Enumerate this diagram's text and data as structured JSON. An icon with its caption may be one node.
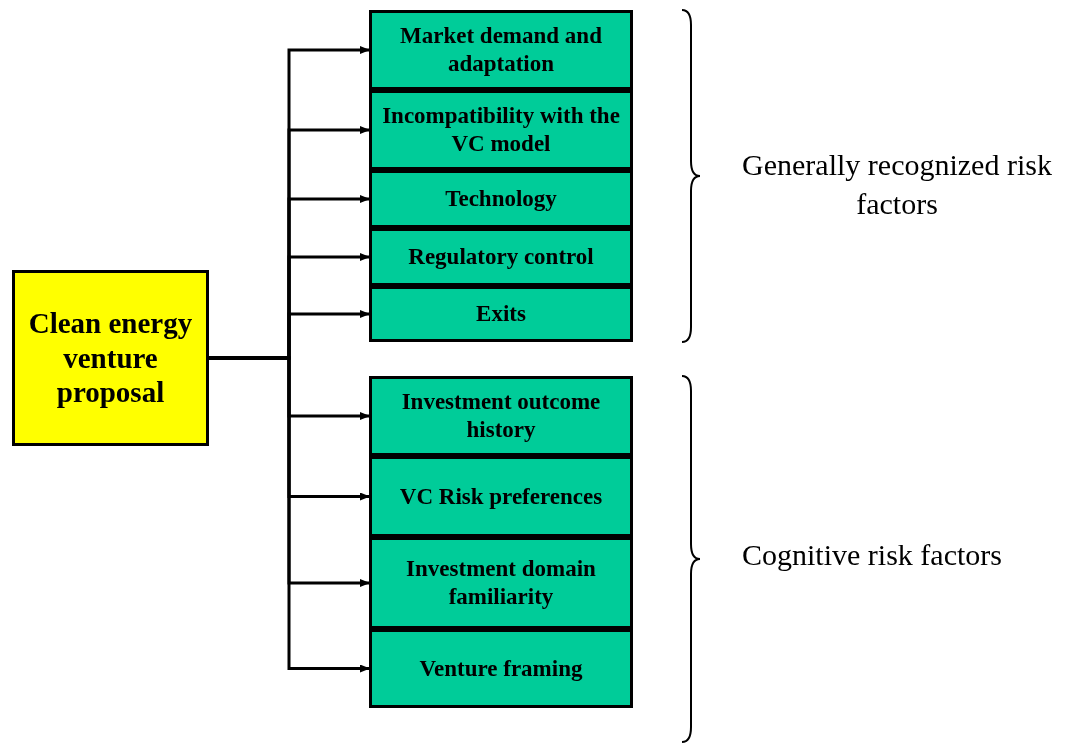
{
  "diagram": {
    "nodes": [
      {
        "text": [
          "Clean energy venture proposal"
        ]
      },
      {
        "text": [
          "Market demand and adaptation"
        ]
      },
      {
        "text": [
          "Incompatibility with the VC model"
        ]
      },
      {
        "text": [
          "Technology"
        ]
      },
      {
        "text": [
          "Regulatory control"
        ]
      },
      {
        "text": [
          "Exits"
        ]
      },
      {
        "text": [
          "Investment outcome history"
        ]
      },
      {
        "text": [
          "VC Risk preferences"
        ]
      },
      {
        "text": [
          "Investment domain familiarity"
        ]
      },
      {
        "text": [
          "Venture framing"
        ]
      }
    ],
    "edges": [
      {
        "from": 0,
        "to": 1,
        "arrow": "to"
      },
      {
        "from": 0,
        "to": 2,
        "arrow": "to"
      },
      {
        "from": 0,
        "to": 3,
        "arrow": "to"
      },
      {
        "from": 0,
        "to": 4,
        "arrow": "to"
      },
      {
        "from": 0,
        "to": 5,
        "arrow": "to"
      },
      {
        "from": 0,
        "to": 6,
        "arrow": "to"
      },
      {
        "from": 0,
        "to": 7,
        "arrow": "to"
      },
      {
        "from": 0,
        "to": 8,
        "arrow": "to"
      },
      {
        "from": 0,
        "to": 9,
        "arrow": "to"
      }
    ],
    "labels": [
      "Generally recognized risk factors",
      "Cognitive risk factors"
    ]
  }
}
